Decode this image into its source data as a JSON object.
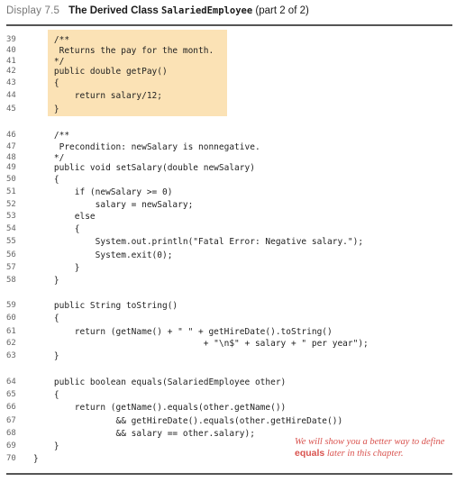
{
  "header": {
    "display_label": "Display 7.5",
    "title_prefix": "The Derived Class",
    "class_name": "SalariedEmployee",
    "part_label": "(part 2 of 2)"
  },
  "code_lines": [
    {
      "n": "39",
      "text": "    /**"
    },
    {
      "n": "40",
      "text": "     Returns the pay for the month."
    },
    {
      "n": "41",
      "text": "    */"
    },
    {
      "n": "42",
      "text": "    public double getPay()"
    },
    {
      "n": "43",
      "text": "    {"
    },
    {
      "n": "44",
      "text": "        return salary/12;"
    },
    {
      "n": "45",
      "text": "    }"
    },
    {
      "n": "46",
      "text": "    /**"
    },
    {
      "n": "47",
      "text": "     Precondition: newSalary is nonnegative."
    },
    {
      "n": "48",
      "text": "    */"
    },
    {
      "n": "49",
      "text": "    public void setSalary(double newSalary)"
    },
    {
      "n": "50",
      "text": "    {"
    },
    {
      "n": "51",
      "text": "        if (newSalary >= 0)"
    },
    {
      "n": "52",
      "text": "            salary = newSalary;"
    },
    {
      "n": "53",
      "text": "        else"
    },
    {
      "n": "54",
      "text": "        {"
    },
    {
      "n": "55",
      "text": "            System.out.println(\"Fatal Error: Negative salary.\");"
    },
    {
      "n": "56",
      "text": "            System.exit(0);"
    },
    {
      "n": "57",
      "text": "        }"
    },
    {
      "n": "58",
      "text": "    }"
    },
    {
      "n": "59",
      "text": "    public String toString()"
    },
    {
      "n": "60",
      "text": "    {"
    },
    {
      "n": "61",
      "text": "        return (getName() + \" \" + getHireDate().toString()"
    },
    {
      "n": "62",
      "text": "                                 + \"\\n$\" + salary + \" per year\");"
    },
    {
      "n": "63",
      "text": "    }"
    },
    {
      "n": "64",
      "text": "    public boolean equals(SalariedEmployee other)"
    },
    {
      "n": "65",
      "text": "    {"
    },
    {
      "n": "66",
      "text": "        return (getName().equals(other.getName())"
    },
    {
      "n": "67",
      "text": "                && getHireDate().equals(other.getHireDate())"
    },
    {
      "n": "68",
      "text": "                && salary == other.salary);"
    },
    {
      "n": "69",
      "text": "    }"
    },
    {
      "n": "70",
      "text": "}"
    }
  ],
  "note": {
    "before": "We will show you a better way to define",
    "keyword": "equals",
    "after": "later in this chapter."
  }
}
